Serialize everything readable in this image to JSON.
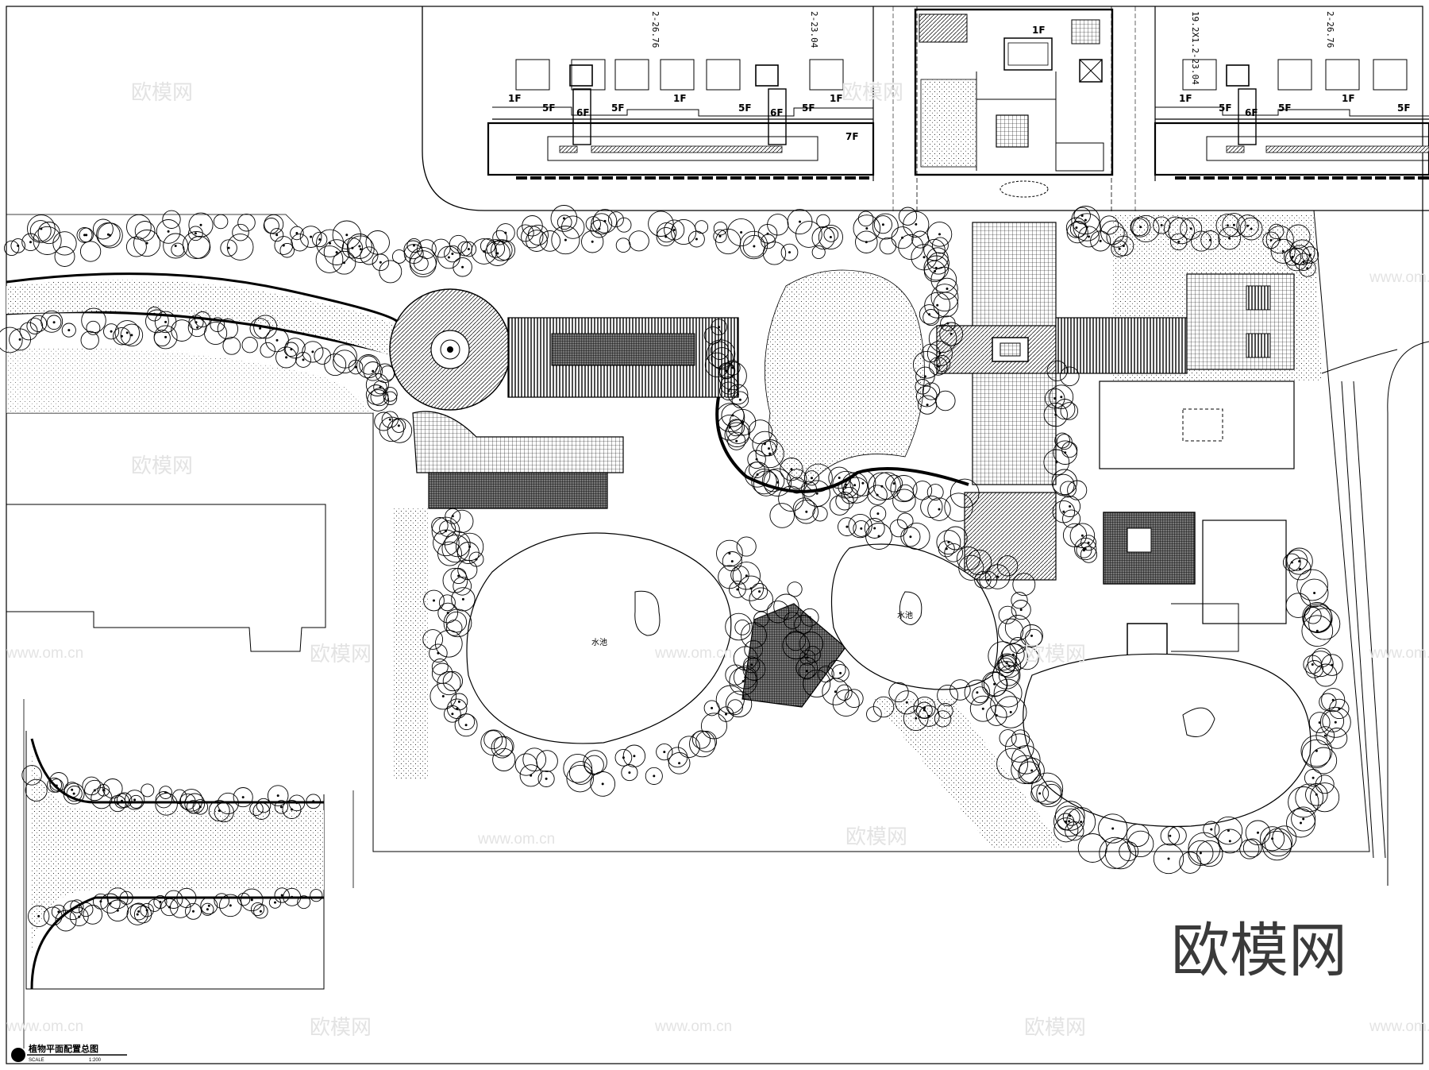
{
  "drawing": {
    "title": "植物平面配置总图",
    "scale_label": "SCALE",
    "scale_value": "1:200"
  },
  "buildings": {
    "left_block": {
      "floors": [
        "1F",
        "1F",
        "1F",
        "5F",
        "6F",
        "5F",
        "5F",
        "6F",
        "5F",
        "7F"
      ],
      "dims": [
        "2-26.76",
        "2-23.04"
      ]
    },
    "center_block": {
      "floors": [
        "1F"
      ]
    },
    "right_block": {
      "floors": [
        "1F",
        "1F",
        "5F",
        "6F",
        "5F",
        "5F"
      ],
      "dims": [
        "19.2X1.2-23.04",
        "2-26.76"
      ]
    }
  },
  "pond_labels": [
    "水池",
    "水池"
  ],
  "watermarks": {
    "small": "欧模网",
    "url": "www.om.cn",
    "big": "欧模网"
  },
  "colors": {
    "line": "#000000",
    "background": "#ffffff",
    "watermark": "#e3e3e3"
  }
}
